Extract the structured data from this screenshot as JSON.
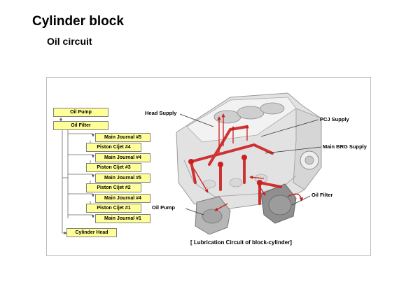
{
  "page": {
    "title": "Cylinder block",
    "subtitle": "Oil circuit"
  },
  "flow": {
    "oil_pump": "Oil Pump",
    "oil_filter": "Oil Filter",
    "main_journal_5a": "Main Journal #5",
    "piston_jet_4": "Piston C/jet #4",
    "main_journal_4a": "Main Journal #4",
    "piston_jet_3": "Piston C/jet #3",
    "main_journal_5b": "Main Journal #5",
    "piston_jet_2": "Piston C/jet #2",
    "main_journal_4b": "Main Journal #4",
    "piston_jet_1": "Piston C/jet #1",
    "main_journal_1": "Main Journal #1",
    "cylinder_head": "Cylinder Head"
  },
  "illustration": {
    "head_supply": "Head Supply",
    "pcj_supply": "PCJ Supply",
    "main_brg_supply": "Main BRG Supply",
    "oil_filter": "Oil Filter",
    "oil_pump": "Oil Pump",
    "caption": "[ Lubrication Circuit of block-cylinder]"
  },
  "colors": {
    "box_fill": "#ffff99",
    "oil_path": "#cc1f1f"
  }
}
